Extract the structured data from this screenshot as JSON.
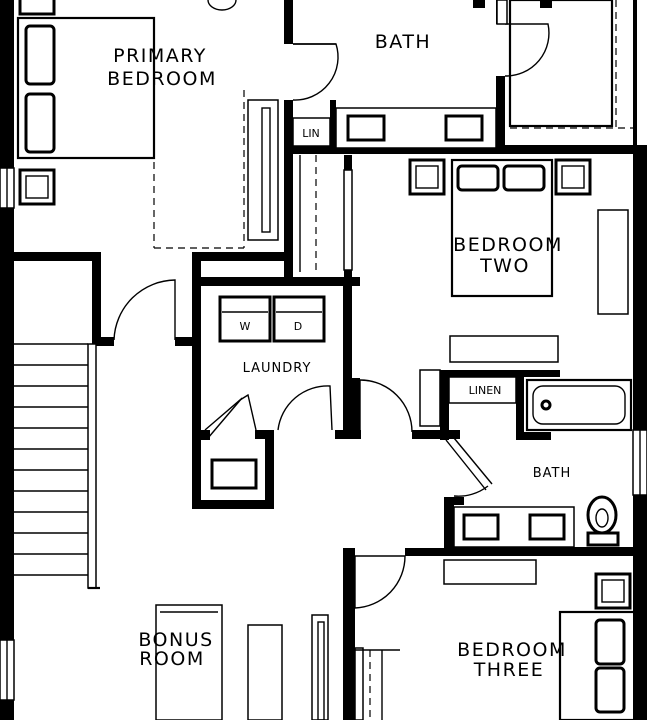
{
  "rooms": {
    "primary_bedroom": {
      "line1": "PRIMARY",
      "line2": "BEDROOM"
    },
    "bath_top": "BATH",
    "linen_top": "LIN",
    "bedroom_two": {
      "line1": "BEDROOM",
      "line2": "TWO"
    },
    "laundry": "LAUNDRY",
    "washer": "W",
    "dryer": "D",
    "linen_mid": "LINEN",
    "bath_mid": "BATH",
    "bonus_room": {
      "line1": "BONUS",
      "line2": "ROOM"
    },
    "bedroom_three": {
      "line1": "BEDROOM",
      "line2": "THREE"
    }
  }
}
